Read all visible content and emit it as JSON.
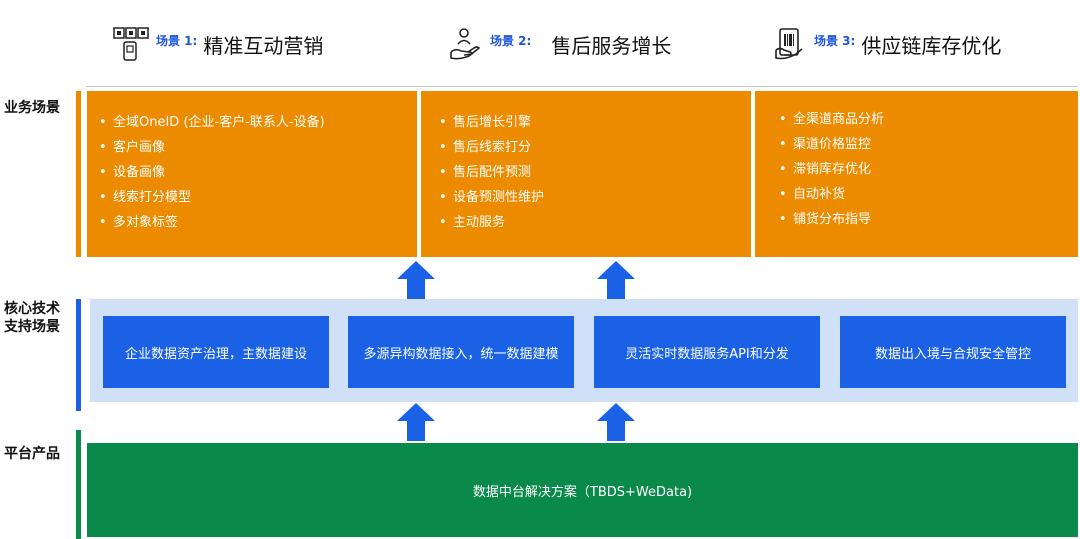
{
  "scenarios": [
    {
      "tag": "场景 1:",
      "title": "精准互动营销",
      "icon": "qr-phone-icon"
    },
    {
      "tag": "场景 2:",
      "title": "售后服务增长",
      "icon": "hand-service-icon"
    },
    {
      "tag": "场景 3:",
      "title": "供应链库存优化",
      "icon": "barcode-scanner-icon"
    }
  ],
  "side_labels": {
    "business": "业务场景",
    "core": [
      "核心技术",
      "支持场景"
    ],
    "platform": "平台产品"
  },
  "business_boxes": [
    {
      "items": [
        "全域OneID (企业-客户-联系人-设备)",
        "客户画像",
        "设备画像",
        "线索打分模型",
        "多对象标签"
      ]
    },
    {
      "items": [
        "售后增长引擎",
        "售后线索打分",
        "售后配件预测",
        "设备预测性维护",
        "主动服务"
      ]
    },
    {
      "items": [
        "全渠道商品分析",
        "渠道价格监控",
        "滞销库存优化",
        "自动补货",
        "铺货分布指导"
      ]
    }
  ],
  "core_boxes": [
    "企业数据资产治理，主数据建设",
    "多源异构数据接入，统一数据建模",
    "灵活实时数据服务API和分发",
    "数据出入境与合规安全管控"
  ],
  "platform": "数据中台解决方案（TBDS+WeData)",
  "colors": {
    "orange": "#ed8b00",
    "blue": "#1a61e6",
    "light_blue": "#cfe0f7",
    "green": "#0a8a4a",
    "tag_blue": "#1e55d9"
  }
}
